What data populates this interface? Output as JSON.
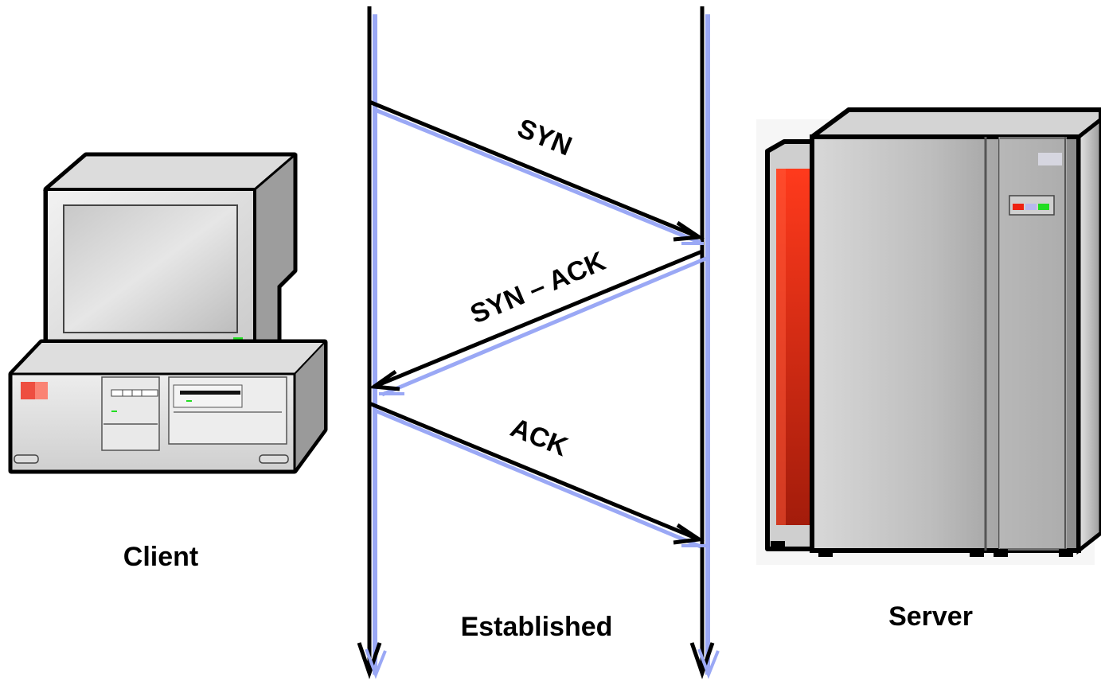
{
  "nodes": {
    "client": {
      "label": "Client",
      "icon": "desktop-computer-icon"
    },
    "server": {
      "label": "Server",
      "icon": "server-rack-icon"
    }
  },
  "messages": [
    {
      "label": "SYN",
      "from": "client",
      "to": "server"
    },
    {
      "label": "SYN – ACK",
      "from": "server",
      "to": "client"
    },
    {
      "label": "ACK",
      "from": "client",
      "to": "server"
    }
  ],
  "state_label": "Established",
  "colors": {
    "line": "#000000",
    "shadow": "#9aa8f5",
    "server_panel": "#e8331c",
    "led_green": "#22dd22",
    "led_red": "#ee2211"
  }
}
